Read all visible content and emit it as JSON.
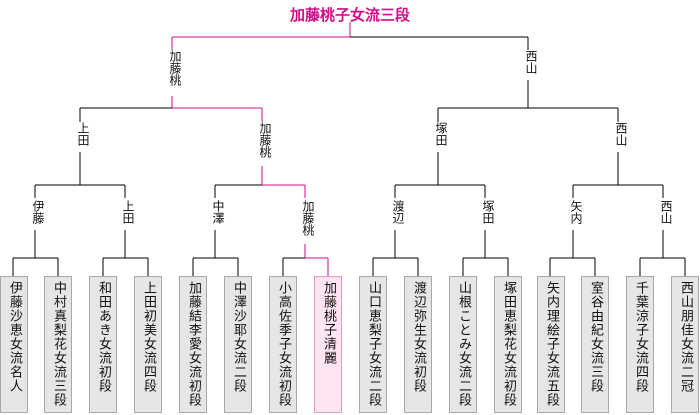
{
  "title": "加藤桃子女流三段",
  "colors": {
    "line": "#000000",
    "win_line": "#d10d8a",
    "box": "#e6e6e6",
    "win_box": "#ffe4f1"
  },
  "final": {
    "left": "加藤桃",
    "right": "西山"
  },
  "semis": {
    "l1": "上田",
    "l2": "加藤桃",
    "r1": "塚田",
    "r2": "西山"
  },
  "quarters": {
    "q1": "伊藤",
    "q2": "上田",
    "q3": "中澤",
    "q4": "加藤桃",
    "q5": "渡辺",
    "q6": "塚田",
    "q7": "矢内",
    "q8": "西山"
  },
  "players": [
    "伊藤沙恵女流名人",
    "中村真梨花女流三段",
    "和田あき女流初段",
    "上田初美女流四段",
    "加藤結李愛女流初段",
    "中澤沙耶女流二段",
    "小高佐季子女流初段",
    "加藤桃子清麗",
    "山口恵梨子女流二段",
    "渡辺弥生女流初段",
    "山根ことみ女流二段",
    "塚田恵梨花女流初段",
    "矢内理絵子女流五段",
    "室谷由紀女流三段",
    "千葉涼子女流四段",
    "西山朋佳女流二冠"
  ]
}
